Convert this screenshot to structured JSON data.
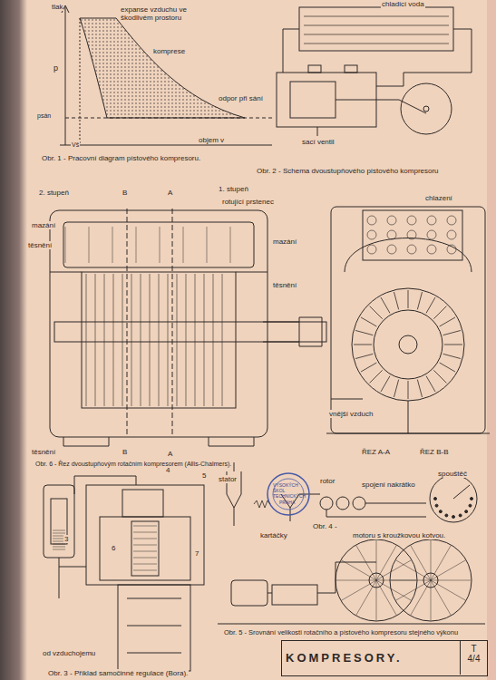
{
  "diagram": {
    "nodes": [
      {
        "text": [
          "KOMPRESORY.",
          "T 4/4"
        ]
      }
    ],
    "labels": [
      "tlak",
      "p",
      "expanse vzduchu ve škodlivém prostoru",
      "komprese",
      "odpor při sání",
      "objem v",
      "Vš",
      "psán",
      "Obr. 1 - Pracovní diagram pístového kompresoru.",
      "chladicí voda",
      "sací ventil",
      "Obr. 2 - Schema dvoustupňového pístového kompresoru",
      "2. stupeň",
      "B",
      "A",
      "1. stupeň",
      "rotující prstenec",
      "mazání",
      "těsnění",
      "mazání",
      "těsnění",
      "těsnění",
      "B",
      "A",
      "Obr. 6 - Řez dvoustupňovým rotačním kompresorem (Allis-Chalmers).",
      "chlazení",
      "vnější vzduch",
      "ŘEZ A-A",
      "ŘEZ B-B",
      "stator",
      "rotor",
      "spojení nakrátko",
      "spouštěč",
      "kartáčky",
      "Obr. 4 -",
      "motoru s kroužkovou kotvou.",
      "4",
      "5",
      "6",
      "7",
      "3",
      "od vzduchojemu",
      "Obr. 3 - Příklad samočinné regulace (Bora).",
      "Obr. 5 - Srovnání velikosti rotačního a pístového kompresoru stejného výkonu",
      "VYSOKÝCH ŠKOL TECHNICKÝCH",
      "PRAHA"
    ]
  }
}
